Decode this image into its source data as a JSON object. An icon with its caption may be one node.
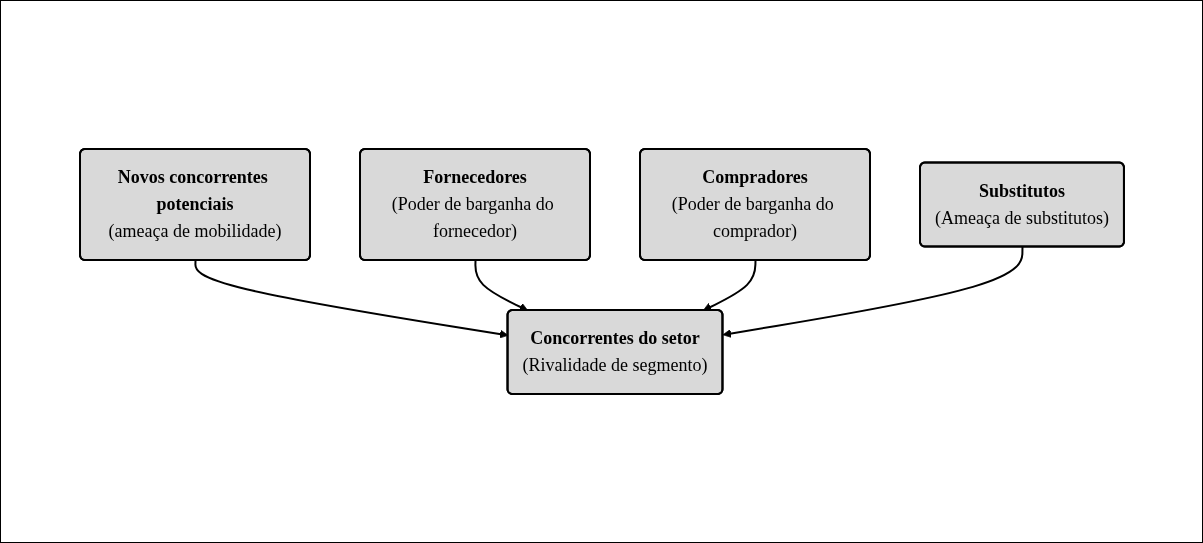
{
  "diagram": {
    "nodes": [
      {
        "text": [
          "Novos concorrentes potenciais",
          "(ameaça de mobilidade)"
        ]
      },
      {
        "text": [
          "Fornecedores",
          "(Poder de barganha do fornecedor)"
        ]
      },
      {
        "text": [
          "Concorrentes do setor",
          "(Rivalidade de segmento)"
        ]
      },
      {
        "text": [
          "Compradores",
          "(Poder de barganha do comprador)"
        ]
      },
      {
        "text": [
          "Substitutos",
          "(Ameaça de substitutos)"
        ]
      }
    ],
    "edges": [
      {
        "from": 0,
        "to": 2,
        "arrow": "to"
      },
      {
        "from": 1,
        "to": 2,
        "arrow": "to"
      },
      {
        "from": 3,
        "to": 2,
        "arrow": "to"
      },
      {
        "from": 4,
        "to": 2,
        "arrow": "to"
      }
    ]
  }
}
